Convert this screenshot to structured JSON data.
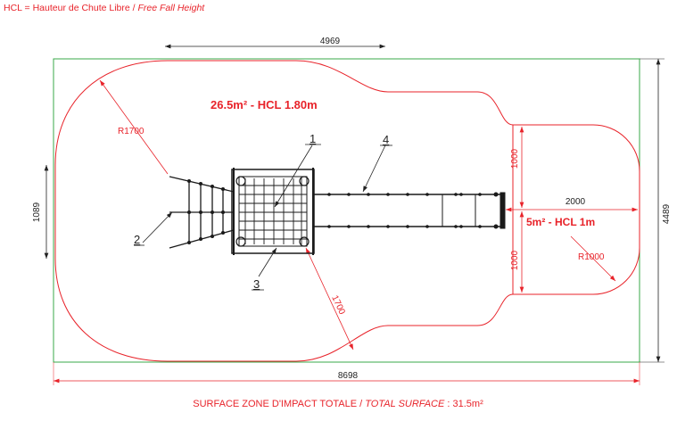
{
  "legend": {
    "prefix": "HCL = Hauteur de Chute Libre / ",
    "italic": "Free Fall Height"
  },
  "dimensions": {
    "top_width": "4969",
    "total_width": "8698",
    "total_height": "4489",
    "left_offset": "1089",
    "upper_1000": "1000",
    "lower_1000": "1000",
    "right_2000": "2000",
    "radius_large": "R1700",
    "radius_small": "R1000",
    "diag_1700": "1700"
  },
  "zones": {
    "large": "26.5m² - HCL 1.80m",
    "small": "5m² - HCL 1m"
  },
  "callouts": [
    "1",
    "2",
    "3",
    "4"
  ],
  "footer": {
    "prefix": "SURFACE ZONE D'IMPACT TOTALE / ",
    "italic": "TOTAL SURFACE",
    "suffix": " : 31.5m²"
  },
  "colors": {
    "impact_zone": "#e8232a",
    "boundary": "#3aa84a",
    "structure": "#1a1a1a"
  }
}
